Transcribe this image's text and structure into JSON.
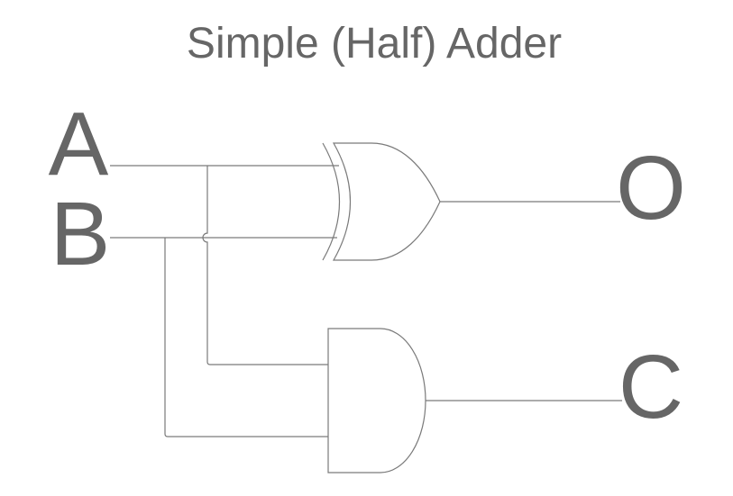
{
  "diagram": {
    "title": "Simple (Half) Adder",
    "inputs": {
      "a_label": "A",
      "b_label": "B"
    },
    "outputs": {
      "o_label": "O",
      "c_label": "C"
    },
    "gates": [
      "xor-gate",
      "and-gate"
    ],
    "colors": {
      "text": "#666666",
      "line": "#7a7a7a",
      "background": "#ffffff"
    }
  }
}
